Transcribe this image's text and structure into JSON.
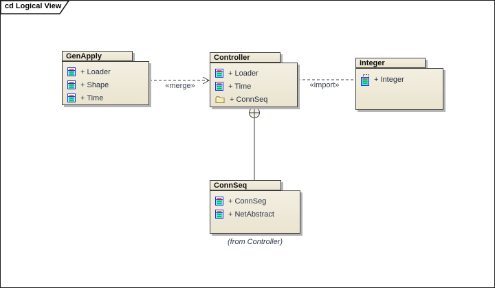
{
  "frame": {
    "title": "cd Logical View"
  },
  "packages": {
    "genapply": {
      "name": "GenApply",
      "items": [
        {
          "icon": "class-icon",
          "label": "+ Loader"
        },
        {
          "icon": "class-icon",
          "label": "+ Shape"
        },
        {
          "icon": "class-icon",
          "label": "+ Time"
        }
      ]
    },
    "controller": {
      "name": "Controller",
      "items": [
        {
          "icon": "class-icon",
          "label": "+ Loader"
        },
        {
          "icon": "class-icon",
          "label": "+ Time"
        },
        {
          "icon": "package-folder-icon",
          "label": "+ ConnSeq"
        }
      ]
    },
    "integer": {
      "name": "Integer",
      "items": [
        {
          "icon": "template-class-icon",
          "label": "+ Integer"
        }
      ]
    },
    "connseq": {
      "name": "ConnSeq",
      "note": "(from Controller)",
      "items": [
        {
          "icon": "class-icon",
          "label": "+ ConnSeg"
        },
        {
          "icon": "class-icon",
          "label": "+ NetAbstract"
        }
      ]
    }
  },
  "connectors": {
    "merge": {
      "label": "«merge»",
      "style": "dashed-open-arrow",
      "from": "GenApply",
      "to": "Controller"
    },
    "import": {
      "label": "«import»",
      "style": "dashed",
      "from": "Controller",
      "to": "Integer"
    },
    "containment": {
      "style": "solid-circle-plus",
      "from": "Controller",
      "to": "ConnSeq"
    }
  },
  "colors": {
    "package_fill": "#eee9d8",
    "package_border": "#3e3e3e",
    "shadow": "#b5b5b5",
    "frame_border": "#1a1a1a",
    "item_text": "#283344",
    "label_text": "#3c4254",
    "class_icon_blue": "#2b2bd4",
    "class_icon_cyan": "#49e8e8",
    "class_icon_green": "#128a12",
    "class_icon_red": "#d03020",
    "folder_fill": "#f5eeb4"
  }
}
